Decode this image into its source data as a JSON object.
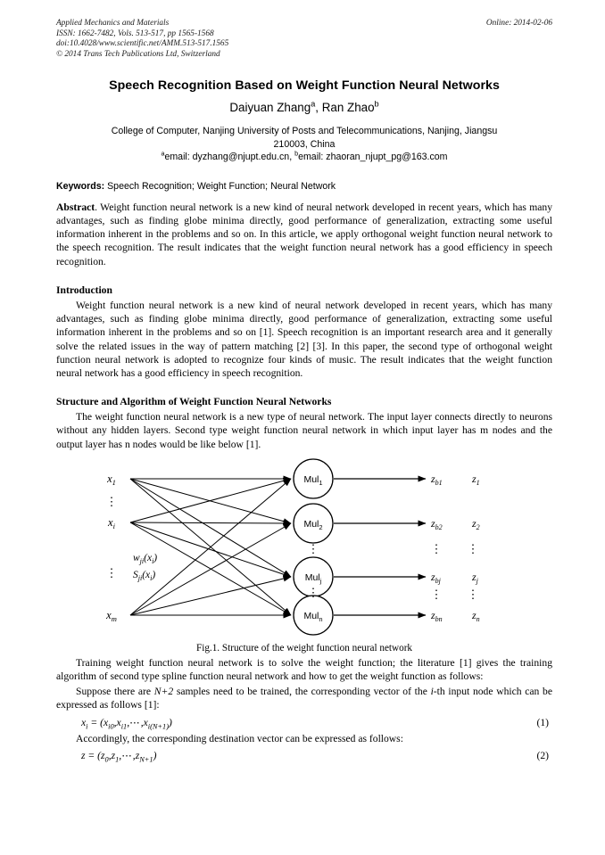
{
  "running_head": {
    "journal": "Applied Mechanics and Materials",
    "issn": "ISSN: 1662-7482, Vols. 513-517, pp 1565-1568",
    "doi": "doi:10.4028/www.scientific.net/AMM.513-517.1565",
    "copyright": "© 2014 Trans Tech Publications Ltd, Switzerland",
    "online": "Online: 2014-02-06"
  },
  "title": "Speech Recognition Based on Weight Function Neural Networks",
  "authors": {
    "name1": "Daiyuan Zhang",
    "sup1": "a",
    "separator": ", ",
    "name2": "Ran Zhao",
    "sup2": "b"
  },
  "affiliation_line1": "College of Computer, Nanjing University of Posts and Telecommunications, Nanjing, Jiangsu",
  "affiliation_line2": "210003, China",
  "emails": {
    "sup_a": "a",
    "email_a": "email: dyzhang@njupt.edu.cn, ",
    "sup_b": "b",
    "email_b": "email: zhaoran_njupt_pg@163.com"
  },
  "keywords": {
    "label": "Keywords:",
    "value": " Speech Recognition; Weight Function; Neural Network"
  },
  "abstract": {
    "label": "Abstract",
    "text": ". Weight function neural network is a new kind of neural network developed in recent years, which has many advantages, such as finding globe minima directly, good performance of generalization, extracting some useful information inherent in the problems and so on. In this article, we apply orthogonal weight function neural network to the speech recognition. The result indicates that the weight function neural network has a good efficiency in speech recognition."
  },
  "sections": [
    {
      "heading": "Introduction",
      "paragraphs": [
        "Weight function neural network is a new kind of neural network developed in recent years, which has many advantages, such as finding globe minima directly, good performance of generalization, extracting some useful information inherent in the problems and so on [1]. Speech recognition is an important research area and it generally solve the related issues in the way of pattern matching [2] [3]. In this paper, the second type of orthogonal weight function neural network is adopted to recognize four kinds of music. The result indicates that the weight function neural network has a good efficiency in speech recognition."
      ]
    },
    {
      "heading": "Structure and Algorithm of Weight Function Neural Networks",
      "paragraphs": [
        "The weight function neural network is a new type of neural network. The input layer connects directly to neurons without any hidden layers. Second type weight function neural network in which input layer has m nodes and the output layer has n nodes would be like below [1]."
      ]
    }
  ],
  "figure": {
    "caption": "Fig.1. Structure of the weight function neural network",
    "inputs": [
      {
        "base": "x",
        "sub": "1"
      },
      {
        "base": "x",
        "sub": "i"
      },
      {
        "base": "x",
        "sub": "m"
      }
    ],
    "weight_labels": [
      {
        "base": "w",
        "sub": "ji",
        "arg": "(x",
        "argsub": "i",
        "argend": ")"
      },
      {
        "base": "S",
        "sub": "ji",
        "arg": "(x",
        "argsub": "i",
        "argend": ")"
      }
    ],
    "neurons": [
      {
        "label": "Mul",
        "sub": "1"
      },
      {
        "label": "Mul",
        "sub": "2"
      },
      {
        "label": "Mul",
        "sub": "j"
      },
      {
        "label": "Mul",
        "sub": "n"
      }
    ],
    "outputs": [
      {
        "zb": "z",
        "zbsub": "b1",
        "z": "z",
        "zsub": "1"
      },
      {
        "zb": "z",
        "zbsub": "b2",
        "z": "z",
        "zsub": "2"
      },
      {
        "zb": "z",
        "zbsub": "bj",
        "z": "z",
        "zsub": "j"
      },
      {
        "zb": "z",
        "zbsub": "bn",
        "z": "z",
        "zsub": "n"
      }
    ],
    "vertical_dots": "⋮"
  },
  "after_figure": {
    "paragraph1": "Training weight function neural network is to solve the weight function; the literature [1] gives the training algorithm of second type spline function neural network and how to get the weight function as follows:",
    "paragraph2_pre": "Suppose there are ",
    "paragraph2_italic": "N+2",
    "paragraph2_mid": " samples need to be trained, the corresponding vector of the ",
    "paragraph2_italic2": "i",
    "paragraph2_post": "-th input node which can be expressed as follows [1]:",
    "paragraph3": "Accordingly, the corresponding destination vector can be expressed as follows:"
  },
  "equations": [
    {
      "lhs_base": "x",
      "lhs_sub": "i",
      "eq": " = (",
      "t1": "x",
      "t1sub": "i0",
      "c1": ",",
      "t2": "x",
      "t2sub": "i1",
      "c2": ",",
      "dots": "⋯",
      "c3": ",",
      "t3": "x",
      "t3sub": "i(N+1)",
      "close": ")",
      "number": "(1)"
    },
    {
      "lhs_base": "z",
      "lhs_sub": "",
      "eq": " = (",
      "t1": "z",
      "t1sub": "0",
      "c1": ",",
      "t2": "z",
      "t2sub": "1",
      "c2": ",",
      "dots": "⋯",
      "c3": ",",
      "t3": "z",
      "t3sub": "N+1",
      "close": ")",
      "number": "(2)"
    }
  ],
  "colors": {
    "text": "#000000",
    "page_background": "#ffffff",
    "head_text": "#1a1a1a"
  }
}
